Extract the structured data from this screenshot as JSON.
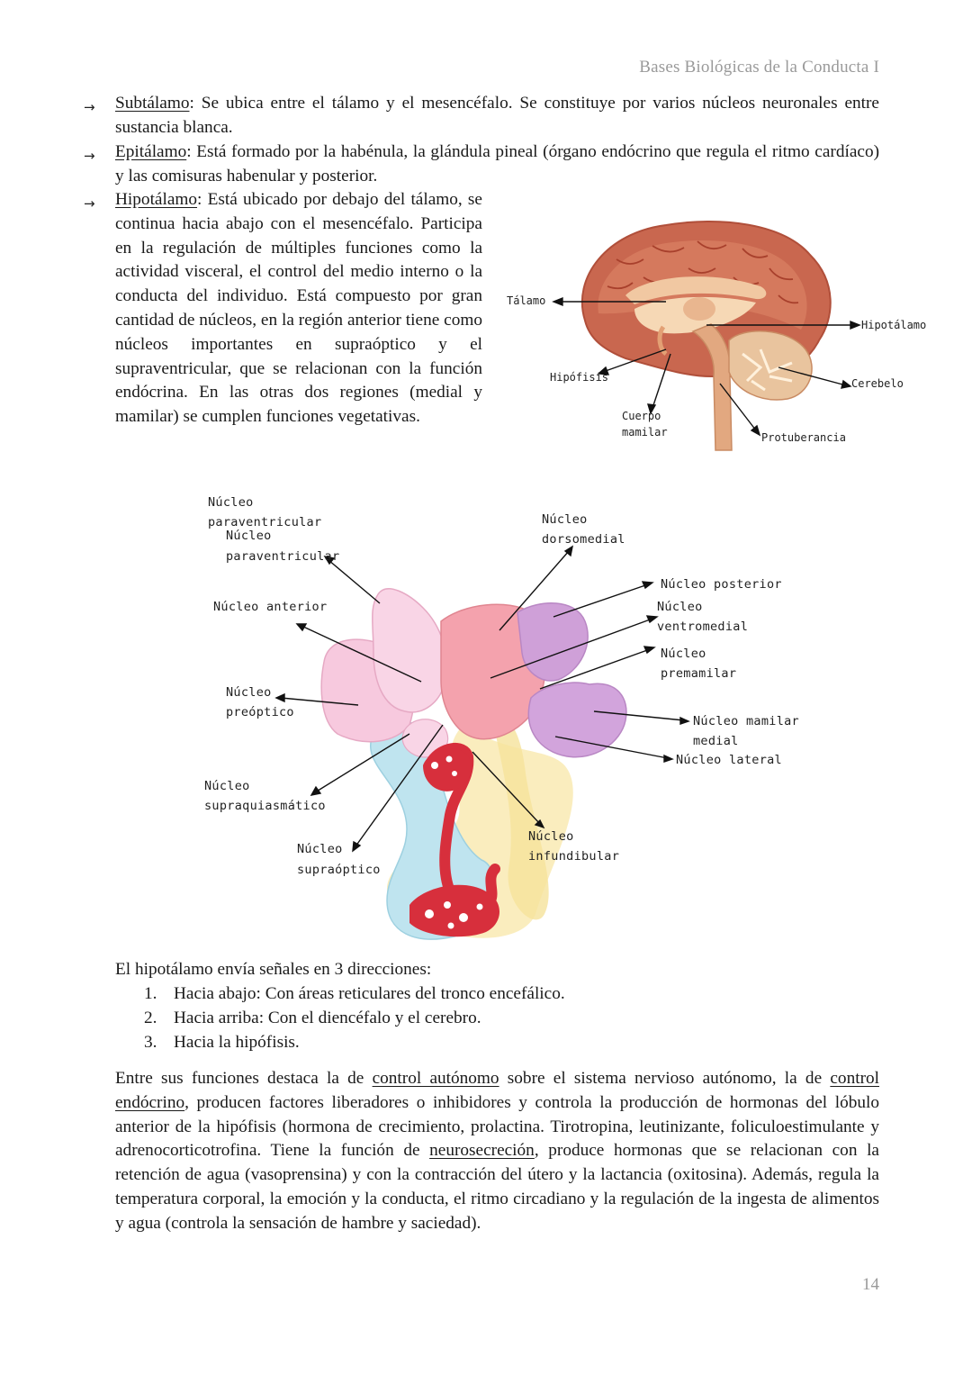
{
  "header": {
    "title": "Bases Biológicas de la Conducta I"
  },
  "bullets": [
    {
      "symbol": "→",
      "term": "Subtálamo",
      "text": ": Se ubica entre el tálamo y el mesencéfalo. Se constituye por varios núcleos neuronales entre sustancia blanca."
    },
    {
      "symbol": "→",
      "term": "Epitálamo",
      "text": ": Está formado por la habénula, la glándula pineal (órgano endócrino que regula el ritmo cardíaco) y las comisuras habenular y posterior."
    },
    {
      "symbol": "→",
      "term": "Hipotálamo",
      "text": ": Está ubicado por debajo del tálamo, se continua hacia abajo con el mesencéfalo. Participa en la regulación de múltiples funciones como la actividad visceral, el control del medio interno o la conducta del individuo. Está compuesto por gran cantidad de núcleos, en la región anterior tiene como núcleos importantes en supraóptico y el supraventricular, que se relacionan con la función endócrina. En las otras dos regiones (medial y mamilar) se cumplen funciones vegetativas."
    }
  ],
  "brain_figure": {
    "labels": {
      "talamo": "Tálamo",
      "hipotalamo": "Hipotálamo",
      "hipofisis": "Hipófisis",
      "cerebelo": "Cerebelo",
      "cuerpo_mamilar_1": "Cuerpo",
      "cuerpo_mamilar_2": "mamilar",
      "protuberancia": "Protuberancia"
    }
  },
  "nuclei_figure": {
    "labels": {
      "paraventricular_a1": "Núcleo",
      "paraventricular_a2": "paraventricular",
      "paraventricular_b1": "Núcleo",
      "paraventricular_b2": "paraventricular",
      "dorsomedial_1": "Núcleo",
      "dorsomedial_2": "dorsomedial",
      "posterior": "Núcleo posterior",
      "ventromedial_1": "Núcleo",
      "ventromedial_2": "ventromedial",
      "premamilar_1": "Núcleo",
      "premamilar_2": "premamilar",
      "anterior": "Núcleo anterior",
      "preoptico_1": "Núcleo",
      "preoptico_2": "preóptico",
      "mamilar_medial_1": "Núcleo mamilar",
      "mamilar_medial_2": "medial",
      "lateral": "Núcleo lateral",
      "supraquiasmatico_1": "Núcleo",
      "supraquiasmatico_2": "supraquiasmático",
      "supraoptico_1": "Núcleo",
      "supraoptico_2": "supraóptico",
      "infundibular_1": "Núcleo",
      "infundibular_2": "infundibular"
    }
  },
  "signals": {
    "intro": "El hipotálamo envía señales en 3 direcciones:",
    "items": [
      {
        "num": "1.",
        "text": "Hacia abajo: Con áreas reticulares del tronco encefálico."
      },
      {
        "num": "2.",
        "text": "Hacia arriba: Con el diencéfalo y el cerebro."
      },
      {
        "num": "3.",
        "text": "Hacia la hipófisis."
      }
    ]
  },
  "functions": {
    "t1": "Entre sus funciones destaca la de ",
    "u1": "control autónomo",
    "t2": " sobre el sistema nervioso autónomo, la de ",
    "u2": "control endócrino",
    "t3": ", producen factores liberadores o inhibidores y controla la producción de hormonas del lóbulo anterior de la hipófisis (hormona de crecimiento, prolactina. Tirotropina, leutinizante, foliculoestimulante y adrenocorticotrofina. Tiene la función de ",
    "u3": "neurosecreción",
    "t4": ", produce hormonas que se relacionan con la retención de agua (vasoprensina) y con la contracción del útero y la lactancia (oxitosina). Además, regula la temperatura corporal, la emoción y la conducta, el ritmo circadiano y la regulación de la ingesta de alimentos y agua (controla la sensación de hambre y saciedad)."
  },
  "page_number": "14"
}
